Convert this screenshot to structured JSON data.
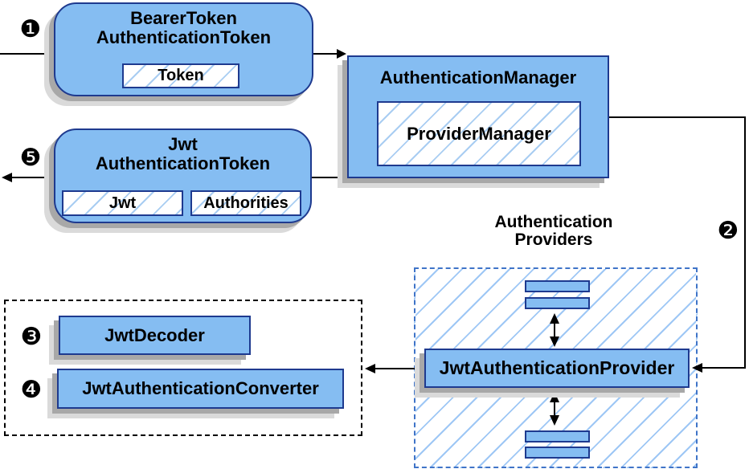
{
  "badges": {
    "one": "❶",
    "two": "❷",
    "three": "❸",
    "four": "❹",
    "five": "❺"
  },
  "nodes": {
    "bearer_token": {
      "title_line1": "BearerToken",
      "title_line2": "AuthenticationToken",
      "field_token": "Token"
    },
    "authentication_manager": {
      "title": "AuthenticationManager",
      "field_provider_manager": "ProviderManager"
    },
    "jwt_authentication_token": {
      "title_line1": "Jwt",
      "title_line2": "AuthenticationToken",
      "field_jwt": "Jwt",
      "field_authorities": "Authorities"
    },
    "authentication_providers": {
      "label_line1": "Authentication",
      "label_line2": "Providers"
    },
    "jwt_authentication_provider": {
      "title": "JwtAuthenticationProvider"
    },
    "jwt_decoder": {
      "title": "JwtDecoder"
    },
    "jwt_authentication_converter": {
      "title": "JwtAuthenticationConverter"
    }
  },
  "colors": {
    "node_fill": "#85bdf2",
    "node_border": "#1e3a8f",
    "hatch_line": "#a9cdf2",
    "providers_dash_border": "#3f74c8",
    "decoder_dash_border": "#000000",
    "shadow_dark": "#a8a8a8",
    "shadow_light": "#dadada",
    "connector": "#000000"
  }
}
